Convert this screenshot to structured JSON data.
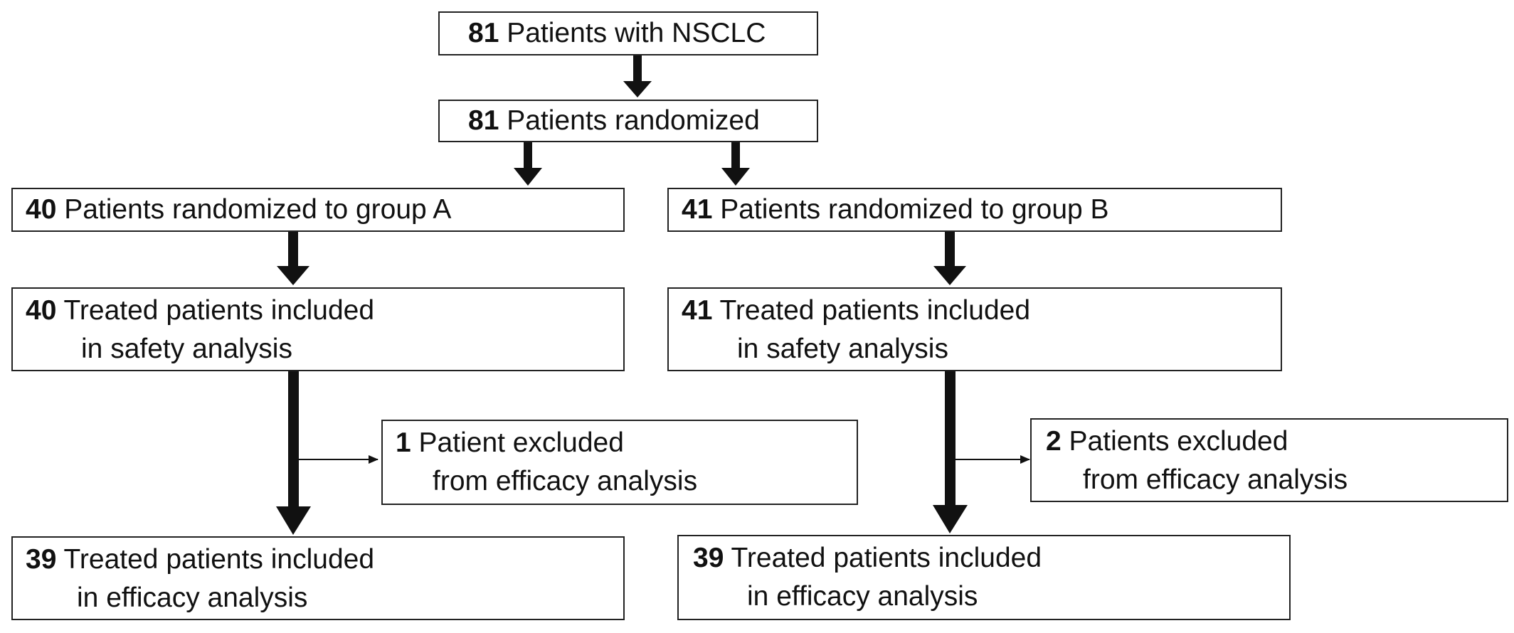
{
  "boxes": {
    "screened": {
      "count": "81",
      "text": "Patients with NSCLC"
    },
    "randomized": {
      "count": "81",
      "text": "Patients randomized"
    },
    "group_a": {
      "count": "40",
      "text": "Patients randomized to group A"
    },
    "group_b": {
      "count": "41",
      "text": "Patients randomized to group B"
    },
    "safety_a": {
      "count": "40",
      "line1": "Treated patients included",
      "line2": "in safety analysis"
    },
    "safety_b": {
      "count": "41",
      "line1": "Treated patients included",
      "line2": "in safety analysis"
    },
    "excluded_a": {
      "count": "1",
      "line1": "Patient excluded",
      "line2": "from efficacy analysis"
    },
    "excluded_b": {
      "count": "2",
      "line1": "Patients excluded",
      "line2": "from efficacy analysis"
    },
    "efficacy_a": {
      "count": "39",
      "line1": "Treated patients included",
      "line2": "in efficacy analysis"
    },
    "efficacy_b": {
      "count": "39",
      "line1": "Treated patients included",
      "line2": "in efficacy analysis"
    }
  }
}
